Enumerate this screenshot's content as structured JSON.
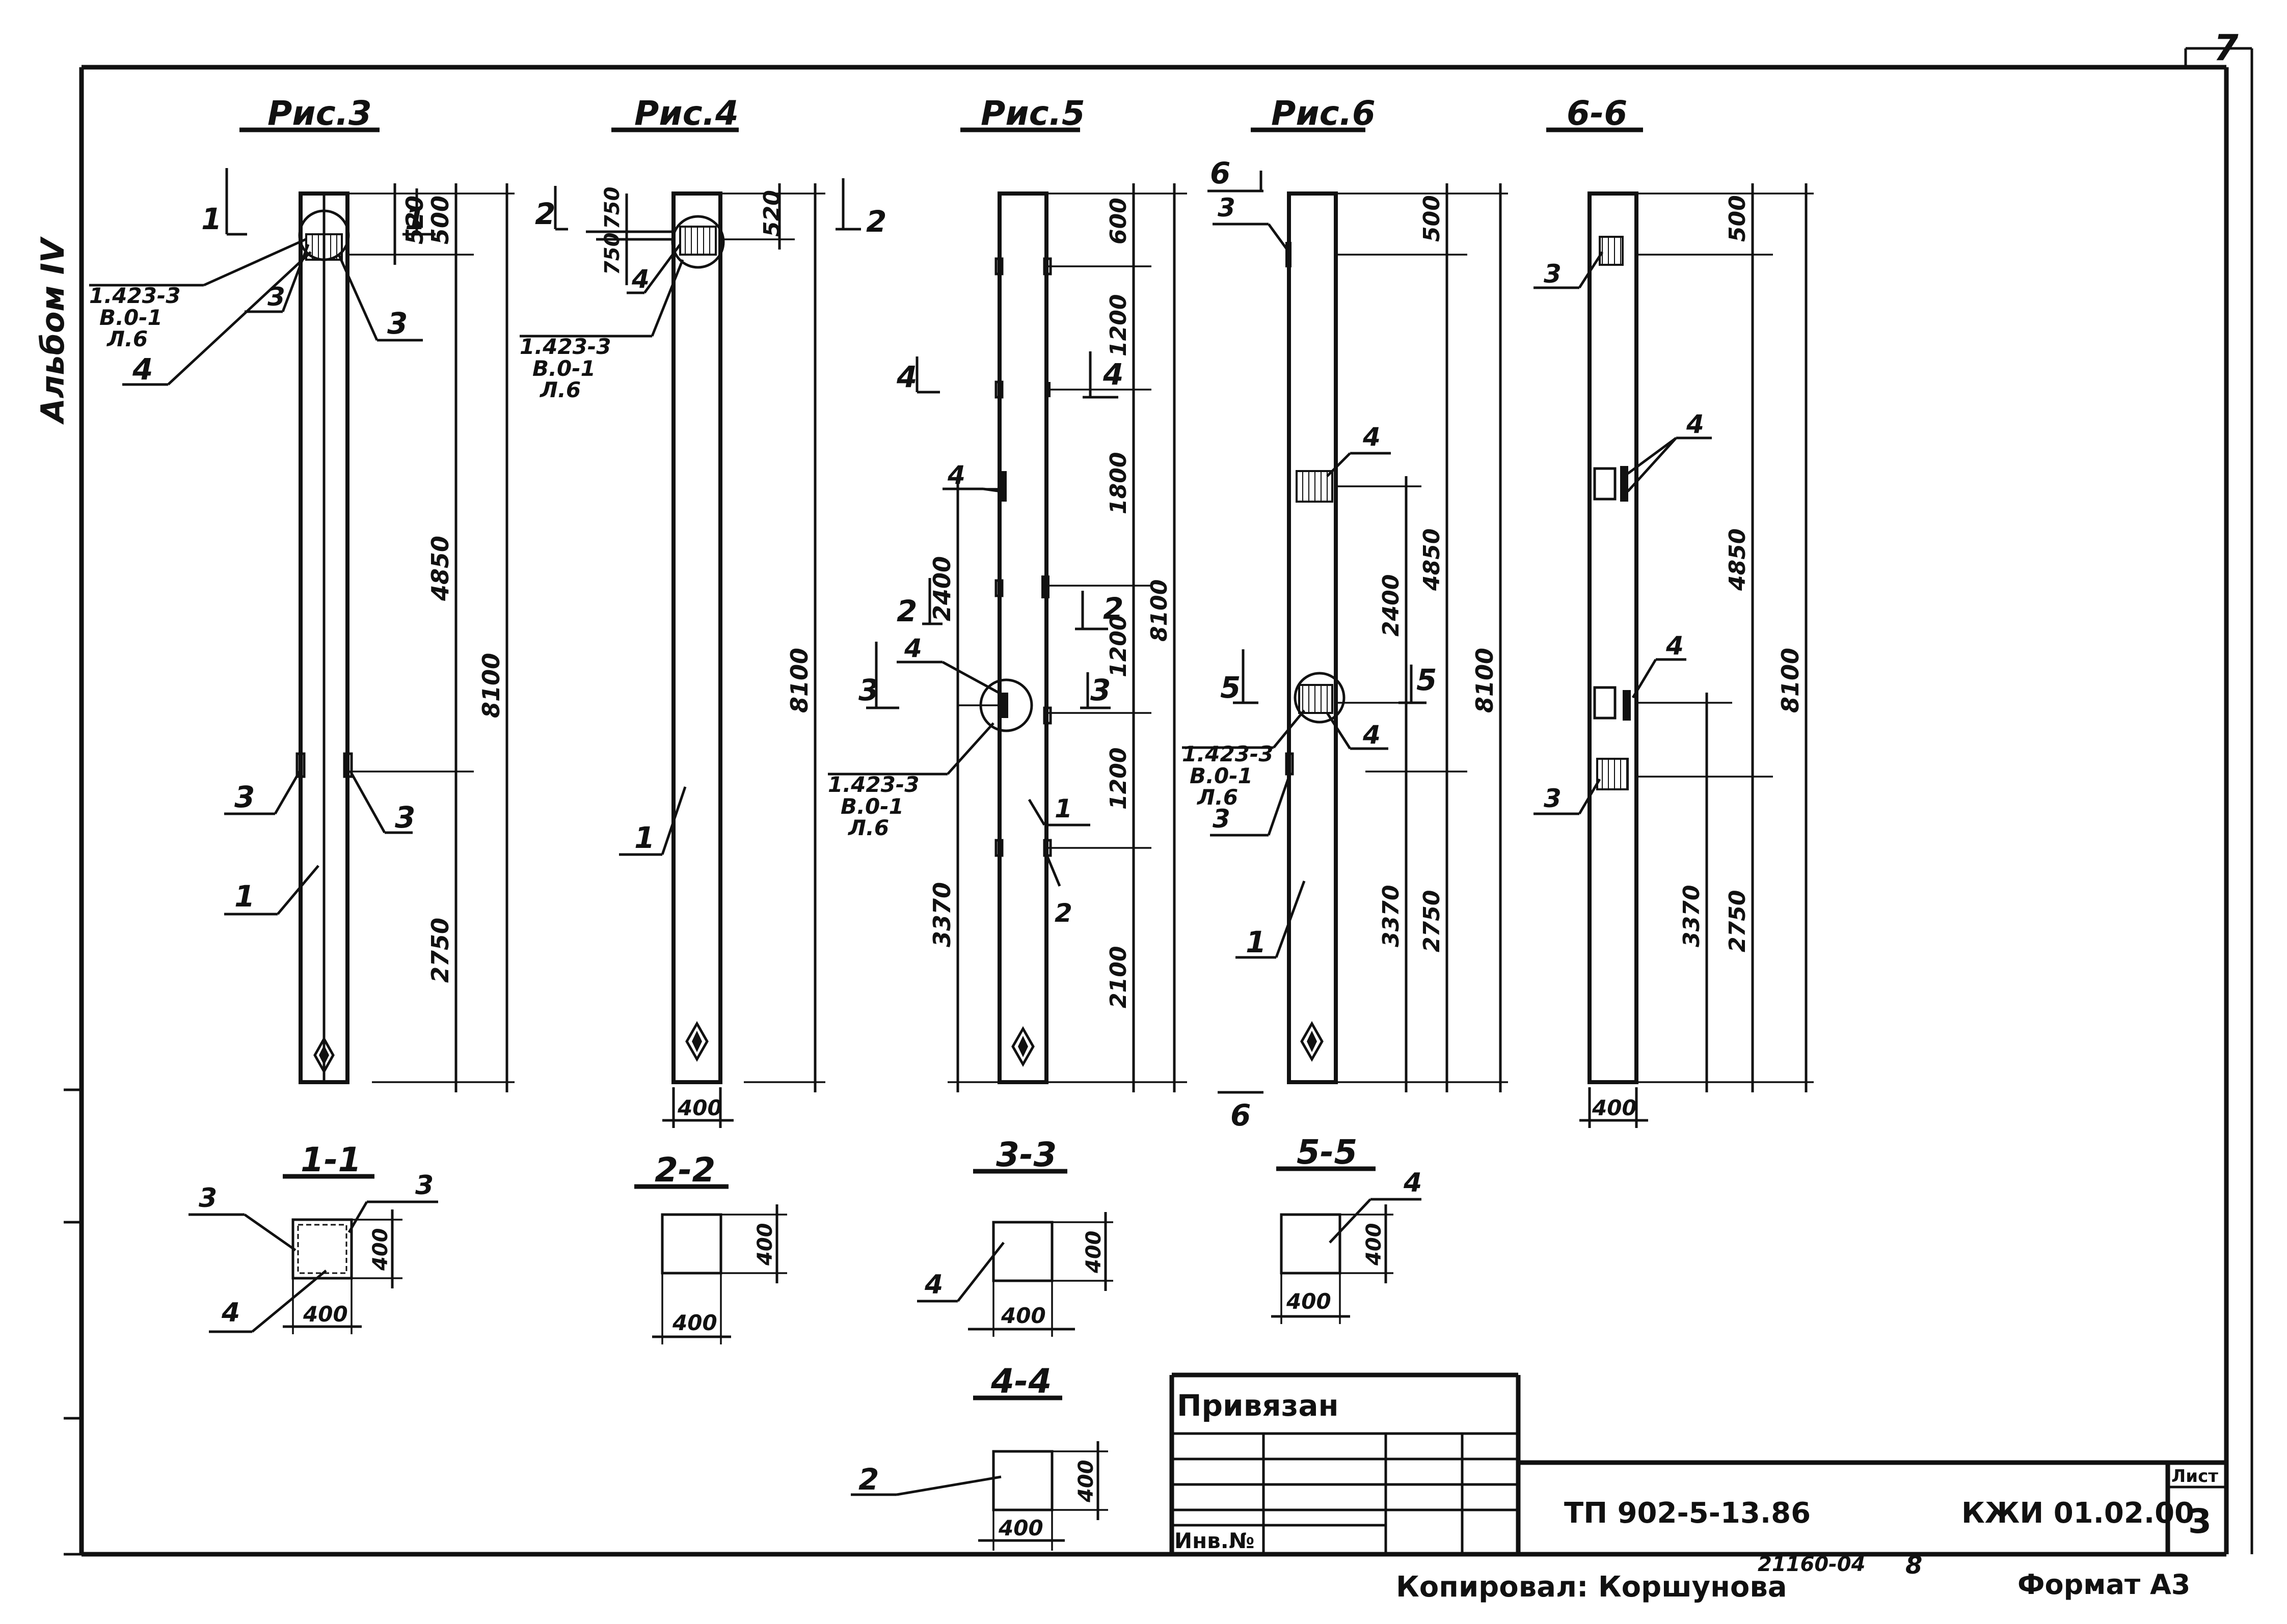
{
  "sheet": {
    "album": "Альбом IV",
    "corner_number": "7",
    "stamp": {
      "bound_label": "Привязан",
      "inv_label": "Инв.№",
      "project_code": "ТП 902-5-13.86",
      "doc_code": "КЖИ 01.02.00",
      "sheet_label": "Лист",
      "sheet_number": "3"
    },
    "footer": {
      "copied": "Копировал: Коршунова",
      "order": "21160-04",
      "num": "8",
      "format": "Формат А3"
    }
  },
  "figures": {
    "fig3": {
      "title": "Рис.3",
      "dims": [
        "520",
        "500",
        "4850",
        "8100",
        "2750"
      ],
      "ref": [
        "1.423-3",
        "В.0-1",
        "Л.6"
      ],
      "marks": [
        "1",
        "1",
        "3",
        "3",
        "4",
        "3",
        "3",
        "1"
      ]
    },
    "fig4": {
      "title": "Рис.4",
      "dims": [
        "750",
        "750",
        "520",
        "8100",
        "400"
      ],
      "ref": [
        "1.423-3",
        "В.0-1",
        "Л.6"
      ],
      "marks": [
        "2",
        "2",
        "4",
        "1"
      ]
    },
    "fig5": {
      "title": "Рис.5",
      "dims": [
        "600",
        "1200",
        "1800",
        "2400",
        "1200",
        "8100",
        "1200",
        "3370",
        "2100"
      ],
      "ref": [
        "1.423-3",
        "В.0-1",
        "Л.6"
      ],
      "marks": [
        "4",
        "4",
        "4",
        "2",
        "2",
        "3",
        "3",
        "4",
        "1",
        "2"
      ]
    },
    "fig6": {
      "title": "Рис.6",
      "dims": [
        "500",
        "2400",
        "4850",
        "8100",
        "3370",
        "2750"
      ],
      "ref": [
        "1.423-3",
        "В.0-1",
        "Л.6"
      ],
      "marks": [
        "6",
        "6",
        "3",
        "4",
        "5",
        "5",
        "4",
        "3",
        "1"
      ]
    },
    "sec66": {
      "title": "6-6",
      "dims": [
        "500",
        "4850",
        "8100",
        "3370",
        "2750",
        "400"
      ],
      "marks": [
        "3",
        "4",
        "4",
        "3"
      ]
    }
  },
  "sections": {
    "s11": {
      "title": "1-1",
      "w": "400",
      "h": "400",
      "marks": [
        "3",
        "3",
        "4"
      ]
    },
    "s22": {
      "title": "2-2",
      "w": "400",
      "h": "400"
    },
    "s33": {
      "title": "3-3",
      "w": "400",
      "h": "400",
      "marks": [
        "4"
      ]
    },
    "s55": {
      "title": "5-5",
      "w": "400",
      "h": "400",
      "marks": [
        "4"
      ]
    },
    "s44": {
      "title": "4-4",
      "w": "400",
      "h": "400",
      "marks": [
        "2"
      ]
    }
  }
}
